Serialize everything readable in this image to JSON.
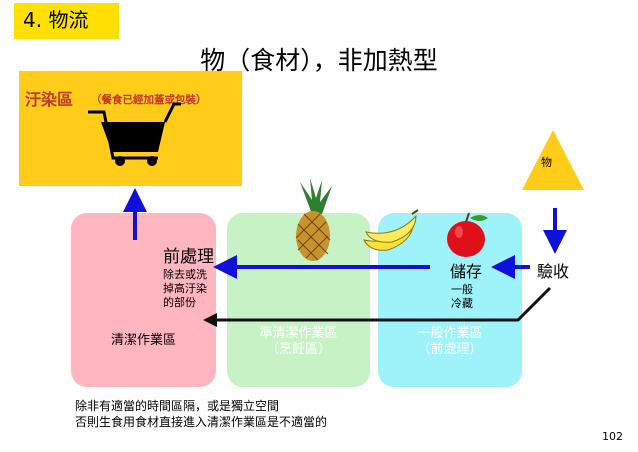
{
  "section_tag": "4. 物流",
  "title": "物（食材），非加熱型",
  "dirty_zone": {
    "label": "汙染區",
    "note": "（餐食已經加蓋或包裝）"
  },
  "zones": {
    "clean": "清潔作業區",
    "semi_clean": [
      "準清潔作業區",
      "（烹飪區）"
    ],
    "general": [
      "一般作業區",
      "（前處理）"
    ]
  },
  "steps": {
    "pre_process": {
      "title": "前處理",
      "desc": [
        "除去或洗",
        "掉高汙染",
        "的部份"
      ]
    },
    "storage": {
      "title": "儲存",
      "desc": [
        "一般",
        "冷藏"
      ]
    },
    "receive": {
      "title": "驗收"
    }
  },
  "goods_label": "物",
  "footnote": [
    "除非有適當的時間區隔，或是獨立空間",
    "否則生食用食材直接進入清潔作業區是不適當的"
  ],
  "page_number": "102",
  "colors": {
    "section_tag": "#ffe000",
    "dirty_zone": "#ffcc1a",
    "dirty_text": "#c0392b",
    "clean_zone": "#ffb6c1",
    "semi_clean_zone": "#c6f2c6",
    "general_zone": "#9ef3fb",
    "arrow_blue": "#1010dd",
    "goods_triangle": "#ffcc1a"
  },
  "icons": [
    "shopping-cart-icon",
    "pineapple-icon",
    "banana-icon",
    "apple-icon"
  ]
}
